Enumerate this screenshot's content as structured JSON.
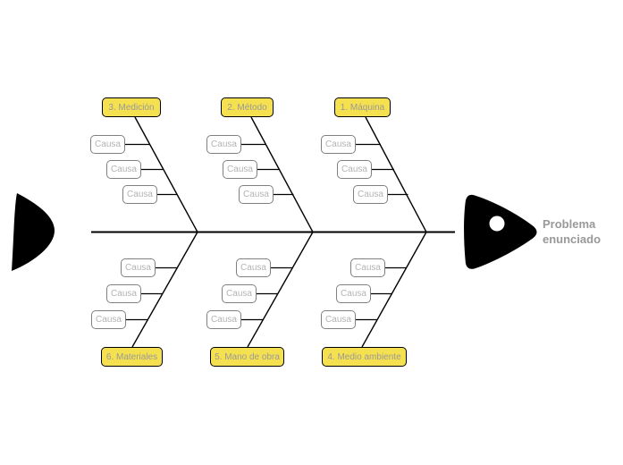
{
  "diagram": {
    "type": "fishbone-ishikawa",
    "problem_label": "Problema enunciado"
  },
  "groups": {
    "top": [
      {
        "label": "3. Medición",
        "causes": [
          "Causa",
          "Causa",
          "Causa"
        ]
      },
      {
        "label": "2. Método",
        "causes": [
          "Causa",
          "Causa",
          "Causa"
        ]
      },
      {
        "label": "1. Máquina",
        "causes": [
          "Causa",
          "Causa",
          "Causa"
        ]
      }
    ],
    "bottom": [
      {
        "label": "6. Materiales",
        "causes": [
          "Causa",
          "Causa",
          "Causa"
        ]
      },
      {
        "label": "5. Mano de obra",
        "causes": [
          "Causa",
          "Causa",
          "Causa"
        ]
      },
      {
        "label": "4. Medio ambiente",
        "causes": [
          "Causa",
          "Causa",
          "Causa"
        ]
      }
    ]
  },
  "colors": {
    "category_fill": "#F5E050",
    "category_border": "#000000",
    "category_text": "#999999",
    "cause_border": "#808080",
    "cause_text": "#B3B3B3",
    "skeleton_line": "#000000",
    "fish_fill": "#000000",
    "problem_text": "#999999"
  }
}
